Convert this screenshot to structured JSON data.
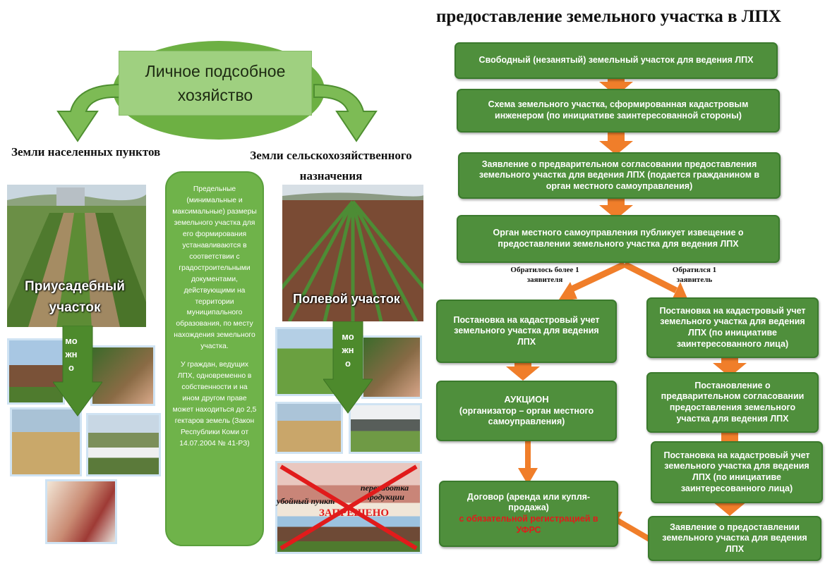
{
  "title": "предоставление земельного участка в ЛПХ",
  "left": {
    "arc_label": "Личное подсобное хозяйство",
    "branch_left": "Земли населенных пунктов",
    "branch_right": "Земли сельскохозяйственного назначения",
    "photo_left_caption": "Приусадебный участок",
    "photo_right_caption": "Полевой участок",
    "arrow_word": "можно",
    "pill_text_1": "Предельные (минимальные и максимальные) размеры земельного участка для его формирования устанавливаются в соответствии с градостроительными документами, действующими на территории муниципального образования, по месту нахождения земельного участка.",
    "pill_text_2": "У граждан, ведущих ЛПХ, одновременно в собственности и на ином другом праве может находиться до 2,5 гектаров земель (Закон Республики Коми от 14.07.2004 № 41-РЗ)",
    "forbidden_text_1": "убойный пункт",
    "forbidden_text_2": "переработка продукции",
    "forbidden_text_3": "ЗАПРЕЩЕНО"
  },
  "flow": {
    "step1": "Свободный (незанятый) земельный участок для ведения ЛПХ",
    "step2": "Схема земельного участка, сформированная кадастровым инженером (по инициативе заинтересованной стороны)",
    "step3": "Заявление о предварительном согласовании предоставления земельного участка для ведения ЛПХ (подается гражданином в орган местного самоуправления)",
    "step4": "Орган местного самоуправления публикует извещение о предоставлении земельного участка для ведения ЛПХ",
    "branch_many": "Обратилось более 1 заявителя",
    "branch_one": "Обратился 1 заявитель",
    "left1": "Постановка на кадастровый учет земельного участка для ведения ЛПХ",
    "left2_title": "АУКЦИОН",
    "left2_sub": "(организатор – орган местного самоуправления)",
    "left3_main": "Договор (аренда или купля-продажа)",
    "left3_red": "с обязательной регистрацией в УФРС",
    "right1": "Постановка на кадастровый учет земельного участка для ведения ЛПХ (по инициативе заинтересованного лица)",
    "right2": "Постановление о предварительном согласовании предоставления земельного участка для ведения ЛПХ",
    "right3": "Постановка на кадастровый учет земельного участка для ведения ЛПХ (по инициативе заинтересованного лица)",
    "right4": "Заявление о предоставлении земельного участка для ведения ЛПХ"
  },
  "colors": {
    "box_green": "#4f8f3c",
    "arrow_orange": "#f07e2a",
    "pill_green": "#6fb34a",
    "arc_green": "#6db043",
    "warning_red": "#e11b1b"
  }
}
